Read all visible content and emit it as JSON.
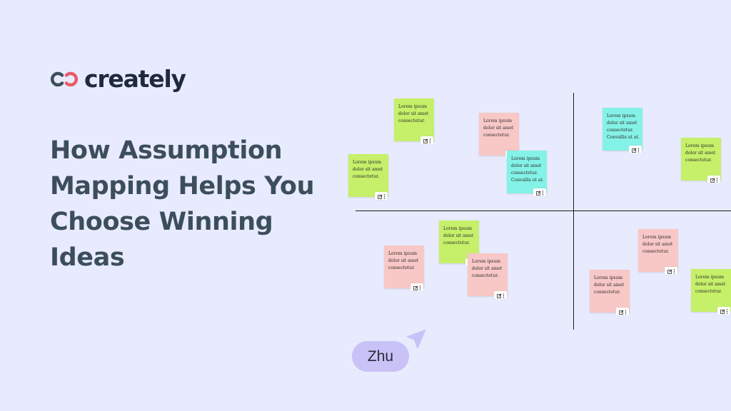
{
  "brand": {
    "name": "creately",
    "colors": {
      "dark": "#1f2b3d",
      "accent": "#e85a6a"
    }
  },
  "headline": "How Assumption Mapping Helps You Choose Winning Ideas",
  "notes": {
    "n1": {
      "color": "green",
      "text": "Lorem ipsum\ndolor sit amet\nconsectetur."
    },
    "n2": {
      "color": "pink",
      "text": "Lorem ipsum\ndolor sit amet\nconsectetur."
    },
    "n3": {
      "color": "green",
      "text": "Lorem ipsum\ndolor sit amet\nconsectetur."
    },
    "n4": {
      "color": "cyan",
      "text": "Lorem ipsum\ndolor sit amet\nconsectetur.\nConvallis ut at."
    },
    "n5": {
      "color": "cyan",
      "text": "Lorem ipsum\ndolor sit amet\nconsectetur.\nConvallis ut at."
    },
    "n6": {
      "color": "green",
      "text": "Lorem ipsum\ndolor sit amet\nconsectetur."
    },
    "n7": {
      "color": "green",
      "text": "Lorem ipsum\ndolor sit amet\nconsectetur."
    },
    "n8": {
      "color": "pink",
      "text": "Lorem ipsum\ndolor sit amet\nconsectetur."
    },
    "n9": {
      "color": "pink",
      "text": "Lorem ipsum\ndolor sit amet\nconsectetur."
    },
    "n10": {
      "color": "pink",
      "text": "Lorem ipsum\ndolor sit amet\nconsectetur."
    },
    "n11": {
      "color": "pink",
      "text": "Lorem ipsum\ndolor sit amet\nconsectetur."
    },
    "n12": {
      "color": "green",
      "text": "Lorem ipsum\ndolor sit amet\nconsectetur."
    }
  },
  "icons": {
    "edit": "edit-icon",
    "more": "more-vertical-icon",
    "cursor": "cursor-arrow-icon"
  },
  "collaborator": {
    "name": "Zhu",
    "color": "#c8c2f7"
  }
}
